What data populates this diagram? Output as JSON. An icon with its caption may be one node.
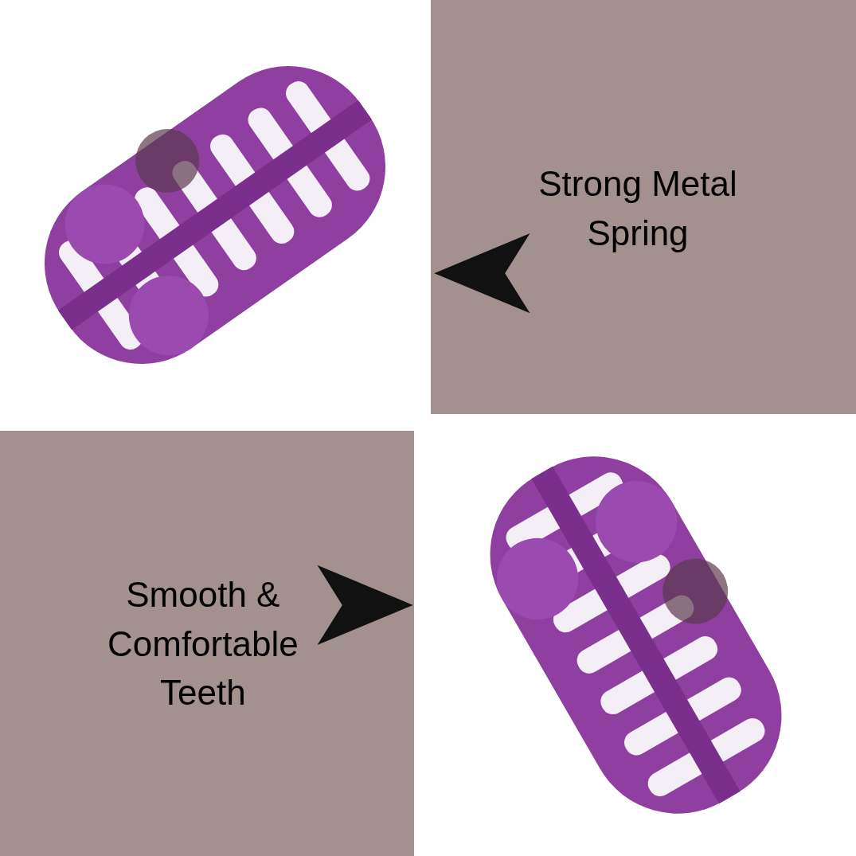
{
  "diagram": {
    "nodes": [
      {
        "text": [],
        "shape": "picture"
      },
      {
        "text": [
          "Strong Metal Spring"
        ]
      },
      {
        "text": [
          "Smooth & Comfortable Teeth"
        ]
      },
      {
        "text": [],
        "shape": "picture"
      }
    ],
    "edges": [
      {
        "from": 1,
        "to": 0,
        "arrow": "to"
      },
      {
        "from": 2,
        "to": 3,
        "arrow": "to"
      }
    ]
  }
}
